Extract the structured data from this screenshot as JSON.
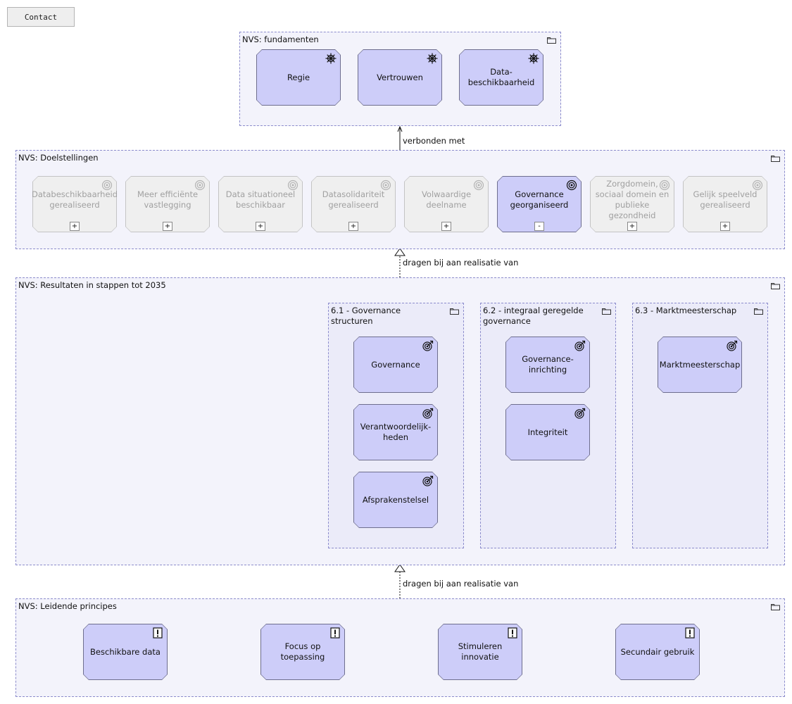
{
  "contact_label": "Contact",
  "fundamenten": {
    "title": "NVS: fundamenten",
    "items": [
      "Regie",
      "Vertrouwen",
      "Data-\nbeschikbaarheid"
    ]
  },
  "rel_verbonden": "verbonden met",
  "doelstellingen": {
    "title": "NVS: Doelstellingen",
    "items": [
      {
        "label": "Databeschikbaarheid gerealiseerd",
        "toggle": "+",
        "active": false
      },
      {
        "label": "Meer efficiënte vastlegging",
        "toggle": "+",
        "active": false
      },
      {
        "label": "Data situationeel beschikbaar",
        "toggle": "+",
        "active": false
      },
      {
        "label": "Datasolidariteit gerealiseerd",
        "toggle": "+",
        "active": false
      },
      {
        "label": "Volwaardige deelname",
        "toggle": "+",
        "active": false
      },
      {
        "label": "Governance georganiseerd",
        "toggle": "-",
        "active": true
      },
      {
        "label": "Zorgdomein, sociaal domein en publieke gezondheid",
        "toggle": "+",
        "active": false
      },
      {
        "label": "Gelijk speelveld gerealiseerd",
        "toggle": "+",
        "active": false
      }
    ]
  },
  "rel_dragen_1": "dragen bij aan realisatie van",
  "resultaten": {
    "title": "NVS: Resultaten in stappen tot 2035",
    "groups": [
      {
        "title": "6.1 - Governance structuren",
        "items": [
          "Governance",
          "Verantwoordelijk-heden",
          "Afsprakenstelsel"
        ]
      },
      {
        "title": "6.2 - integraal geregelde governance",
        "items": [
          "Governance-inrichting",
          "Integriteit"
        ]
      },
      {
        "title": "6.3 - Marktmeesterschap",
        "items": [
          "Marktmeesterschap"
        ]
      }
    ]
  },
  "rel_dragen_2": "dragen bij aan realisatie van",
  "principes": {
    "title": "NVS: Leidende principes",
    "items": [
      "Beschikbare data",
      "Focus op toepassing",
      "Stimuleren innovatie",
      "Secundair gebruik"
    ]
  },
  "colors": {
    "element_fill": "#cdcdf9",
    "group_fill": "#f3f3fb",
    "group_border": "#8c8ccc",
    "dim_fill": "#efefef"
  },
  "icons": {
    "fundamenten": "driver-icon",
    "doelstellingen": "goal-icon",
    "resultaten": "outcome-icon",
    "principes": "principle-icon",
    "group": "folder-icon"
  }
}
